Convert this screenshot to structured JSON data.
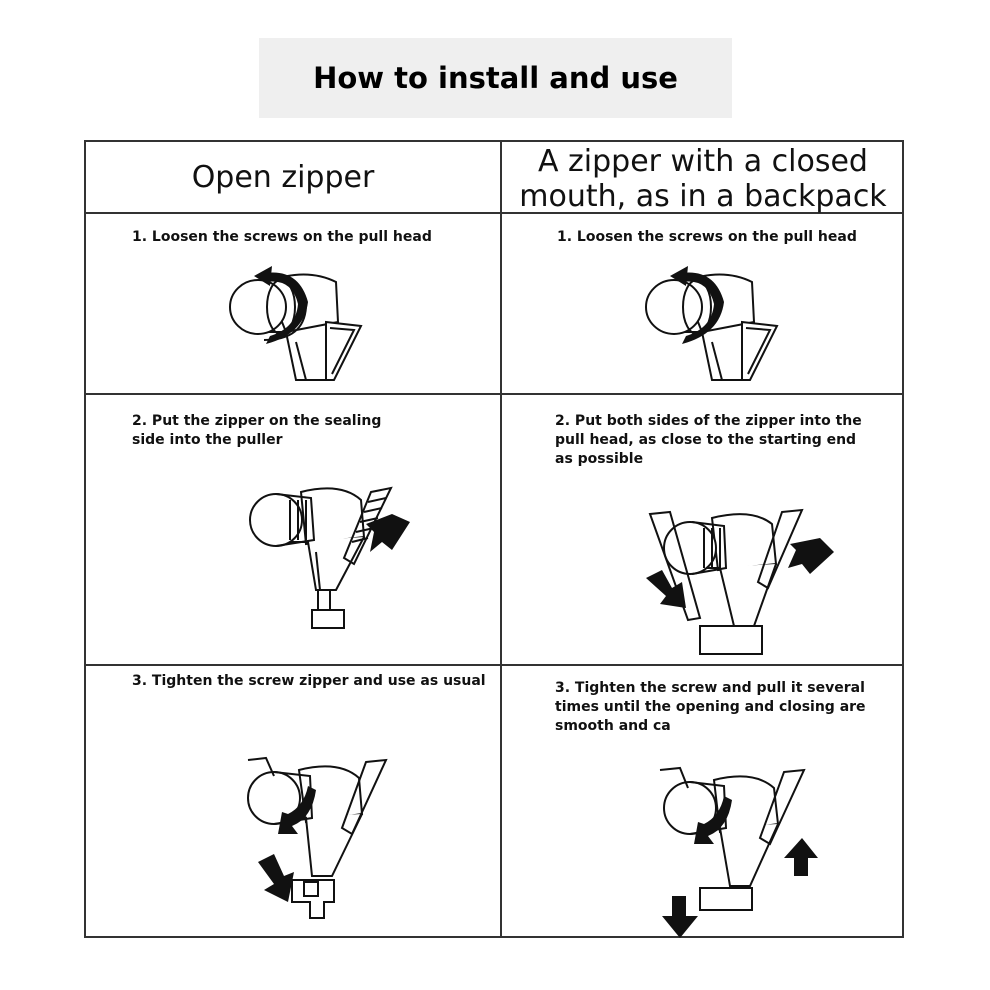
{
  "title": "How to install and use",
  "columns": [
    {
      "heading": "Open zipper",
      "steps": [
        "1. Loosen the screws on the pull head",
        "2. Put the zipper on the sealing\nside into the puller",
        "3. Tighten the screw zipper and use as usual"
      ]
    },
    {
      "heading": "A zipper with a closed\nmouth, as in a backpack",
      "steps": [
        "1. Loosen the screws on the pull head",
        "2. Put both sides of the zipper into the\npull head, as close to the starting end\nas possible",
        "3. Tighten the screw and pull it several\ntimes until the opening and closing are\nsmooth and ca"
      ]
    }
  ],
  "colors": {
    "border": "#333333",
    "title_bg": "#efefef",
    "ink": "#111111"
  },
  "icons": [
    "zipper-pull-head-icon",
    "rotate-arrow-icon",
    "push-arrow-icon",
    "zipper-teeth-icon"
  ]
}
